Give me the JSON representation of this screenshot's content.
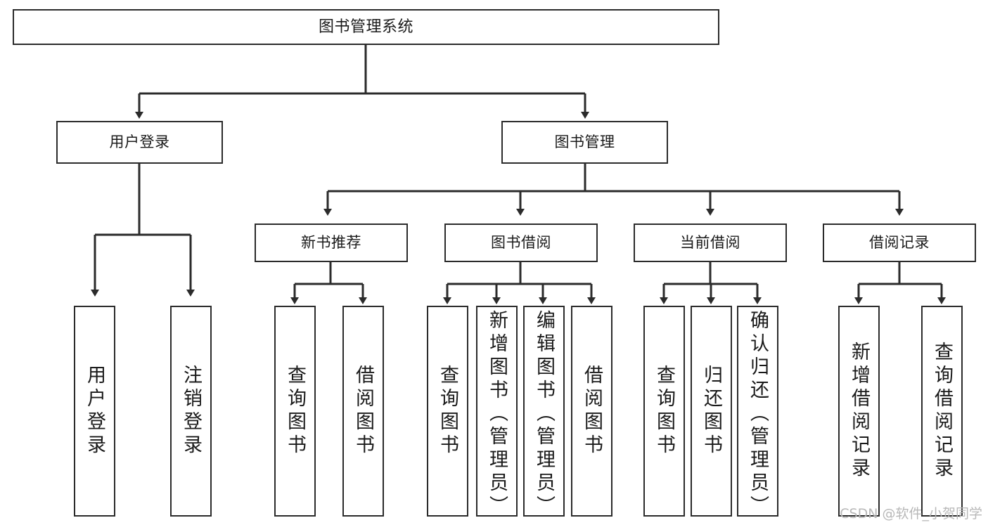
{
  "diagram": {
    "title": "图书管理系统",
    "type": "tree",
    "watermark": "CSDN @软件_小贺同学",
    "colors": {
      "box_border": "#2b2b2b",
      "box_fill": "#ffffff",
      "edge": "#2b2b2b",
      "text": "#1a1a1a",
      "watermark": "#b8b8b8"
    },
    "nodes": {
      "root": {
        "label": "图书管理系统"
      },
      "level1": [
        {
          "id": "user-login",
          "label": "用户登录"
        },
        {
          "id": "book-management",
          "label": "图书管理"
        }
      ],
      "level2": [
        {
          "id": "new-book-recommend",
          "label": "新书推荐"
        },
        {
          "id": "book-borrow",
          "label": "图书借阅"
        },
        {
          "id": "current-borrow",
          "label": "当前借阅"
        },
        {
          "id": "borrow-record",
          "label": "借阅记录"
        }
      ],
      "leaves": {
        "user-login": [
          {
            "id": "user-login-leaf",
            "label": "用户登录"
          },
          {
            "id": "user-logout-leaf",
            "label": "注销登录"
          }
        ],
        "new-book-recommend": [
          {
            "id": "query-book-1",
            "label": "查询图书"
          },
          {
            "id": "borrow-book-1",
            "label": "借阅图书"
          }
        ],
        "book-borrow": [
          {
            "id": "query-book-2",
            "label": "查询图书"
          },
          {
            "id": "add-book",
            "label": "新增图书（管理员）"
          },
          {
            "id": "edit-book",
            "label": "编辑图书（管理员）"
          },
          {
            "id": "borrow-book-2",
            "label": "借阅图书"
          }
        ],
        "current-borrow": [
          {
            "id": "query-book-3",
            "label": "查询图书"
          },
          {
            "id": "return-book",
            "label": "归还图书"
          },
          {
            "id": "confirm-return",
            "label": "确认归还（管理员）"
          }
        ],
        "borrow-record": [
          {
            "id": "add-borrow-record",
            "label": "新增借阅记录"
          },
          {
            "id": "query-borrow-record",
            "label": "查询借阅记录"
          }
        ]
      }
    }
  }
}
